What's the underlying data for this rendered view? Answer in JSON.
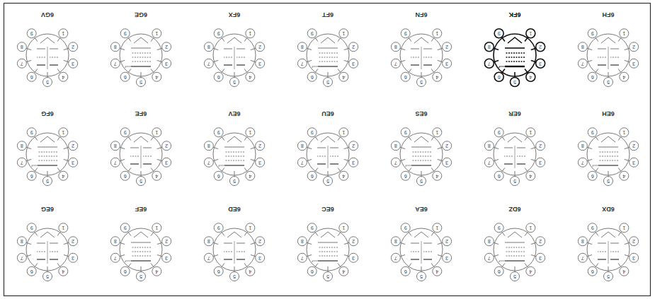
{
  "diagram": {
    "nodes": [
      {
        "text": [
          "6DX"
        ]
      },
      {
        "text": [
          "6DZ"
        ]
      },
      {
        "text": [
          "6EA"
        ]
      },
      {
        "text": [
          "6EC"
        ]
      },
      {
        "text": [
          "6ED"
        ]
      },
      {
        "text": [
          "6EF"
        ]
      },
      {
        "text": [
          "6EG"
        ]
      },
      {
        "text": [
          "6EH"
        ]
      },
      {
        "text": [
          "6ER"
        ]
      },
      {
        "text": [
          "6ES"
        ]
      },
      {
        "text": [
          "6EU"
        ]
      },
      {
        "text": [
          "6EV"
        ]
      },
      {
        "text": [
          "6FE"
        ]
      },
      {
        "text": [
          "6FG"
        ]
      },
      {
        "text": [
          "6FH"
        ]
      },
      {
        "text": [
          "6FK"
        ]
      },
      {
        "text": [
          "6FN"
        ]
      },
      {
        "text": [
          "6FT"
        ]
      },
      {
        "text": [
          "6FX"
        ]
      },
      {
        "text": [
          "6GE"
        ]
      },
      {
        "text": [
          "6GV"
        ]
      }
    ],
    "labels": [
      "1",
      "2",
      "3",
      "4",
      "5",
      "6",
      "7",
      "8",
      "9",
      "1",
      "2",
      "3",
      "4",
      "5",
      "6",
      "7",
      "8",
      "9",
      "1",
      "2",
      "3",
      "4",
      "5",
      "6",
      "7",
      "8",
      "9",
      "1",
      "2",
      "3",
      "4",
      "5",
      "6",
      "7",
      "8",
      "9",
      "1",
      "2",
      "3",
      "4",
      "5",
      "6",
      "7",
      "8",
      "9",
      "1",
      "2",
      "3",
      "4",
      "5",
      "6",
      "7",
      "8",
      "9",
      "1",
      "2",
      "3",
      "4",
      "5",
      "6",
      "7",
      "8",
      "9",
      "1",
      "2",
      "3",
      "4",
      "5",
      "6",
      "7",
      "8",
      "9",
      "1",
      "2",
      "3",
      "4",
      "5",
      "6",
      "7",
      "8",
      "9",
      "1",
      "2",
      "3",
      "4",
      "5",
      "6",
      "7",
      "8",
      "9",
      "1",
      "2",
      "3",
      "4",
      "5",
      "6",
      "7",
      "8",
      "9",
      "1",
      "2",
      "3",
      "4",
      "5",
      "6",
      "7",
      "8",
      "9",
      "1",
      "2",
      "3",
      "4",
      "5",
      "6",
      "7",
      "8",
      "9",
      "1",
      "2",
      "3",
      "4",
      "5",
      "6",
      "7",
      "8",
      "9",
      "1",
      "2",
      "3",
      "4",
      "5",
      "6",
      "7",
      "8",
      "9",
      "1",
      "2",
      "3",
      "4",
      "5",
      "6",
      "7",
      "8",
      "9",
      "1",
      "2",
      "3",
      "4",
      "5",
      "6",
      "7",
      "8",
      "9",
      "1",
      "2",
      "3",
      "4",
      "5",
      "6",
      "7",
      "8",
      "9",
      "1",
      "2",
      "3",
      "4",
      "5",
      "6",
      "7",
      "8",
      "9",
      "1",
      "2",
      "3",
      "4",
      "5",
      "6",
      "7",
      "8",
      "9",
      "1",
      "2",
      "3",
      "4",
      "5",
      "6",
      "7",
      "8",
      "9"
    ]
  }
}
